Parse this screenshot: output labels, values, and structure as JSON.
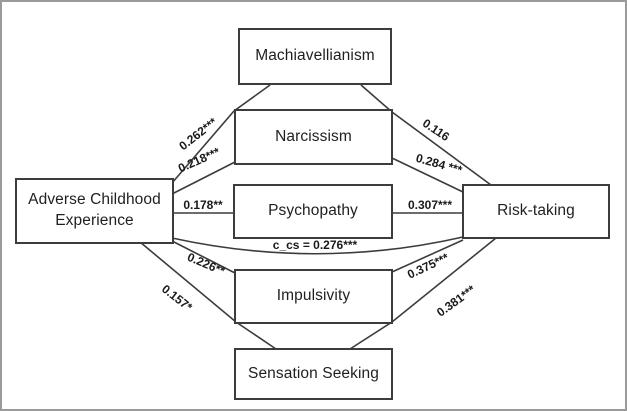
{
  "diagram": {
    "type": "mediation-path-diagram",
    "nodes": {
      "ace": {
        "label": "Adverse Childhood Experience"
      },
      "machiavellianism": {
        "label": "Machiavellianism"
      },
      "narcissism": {
        "label": "Narcissism"
      },
      "psychopathy": {
        "label": "Psychopathy"
      },
      "impulsivity": {
        "label": "Impulsivity"
      },
      "sensation_seeking": {
        "label": "Sensation Seeking"
      },
      "risk_taking": {
        "label": "Risk-taking"
      }
    },
    "paths": {
      "ace_to_machiavellianism": {
        "label": "0.262***"
      },
      "ace_to_narcissism": {
        "label": "0.218***"
      },
      "ace_to_psychopathy": {
        "label": "0.178**"
      },
      "ace_to_impulsivity": {
        "label": "0.226**"
      },
      "ace_to_sensation_seeking": {
        "label": "0.157*"
      },
      "machiavellianism_to_risk": {
        "label": "0.116"
      },
      "narcissism_to_risk": {
        "label": "0.284 ***"
      },
      "psychopathy_to_risk": {
        "label": "0.307***"
      },
      "impulsivity_to_risk": {
        "label": "0.375***"
      },
      "sensation_seeking_to_risk": {
        "label": "0.381***"
      },
      "direct_effect": {
        "label": "c_cs = 0.276***"
      }
    },
    "colors": {
      "line": "#3c3c3c",
      "box_border": "#3c3c3c",
      "text": "#1f1f1f",
      "background": "#ffffff",
      "frame_border": "#9a9a9a"
    }
  }
}
